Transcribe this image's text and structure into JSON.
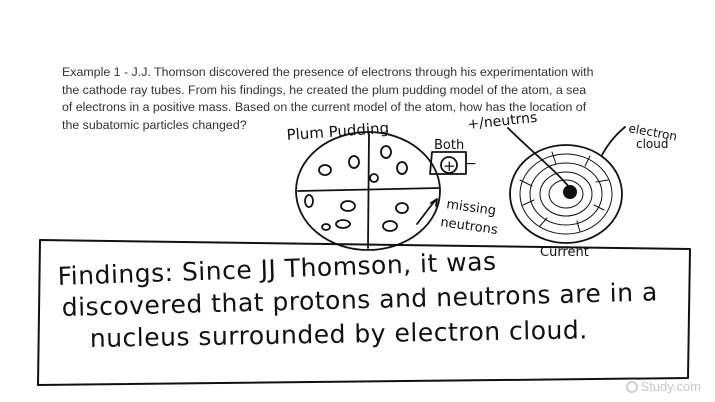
{
  "question": {
    "text": "Example 1 - J.J. Thomson discovered the presence of electrons through his experimentation with\nthe cathode ray tubes. From his findings, he created the plum pudding model of the atom, a sea\nof electrons in a positive mass.  Based on the current model of the atom, how has the location of\nthe subatomic particles changed?"
  },
  "annotations": {
    "plum_pudding": "Plum Pudding",
    "both": "Both",
    "neutrons": "+/neutrns",
    "plus": "+",
    "minus": "−",
    "missing": "missing",
    "neutrons_missing": "neutrons",
    "electron": "electron",
    "cloud": "cloud",
    "current": "Current"
  },
  "findings": {
    "line1": "Findings: Since JJ Thomson, it was",
    "line2": "discovered that protons and neutrons are in a",
    "line3": "nucleus surrounded by electron cloud."
  },
  "watermark": {
    "text": "Study.com"
  }
}
